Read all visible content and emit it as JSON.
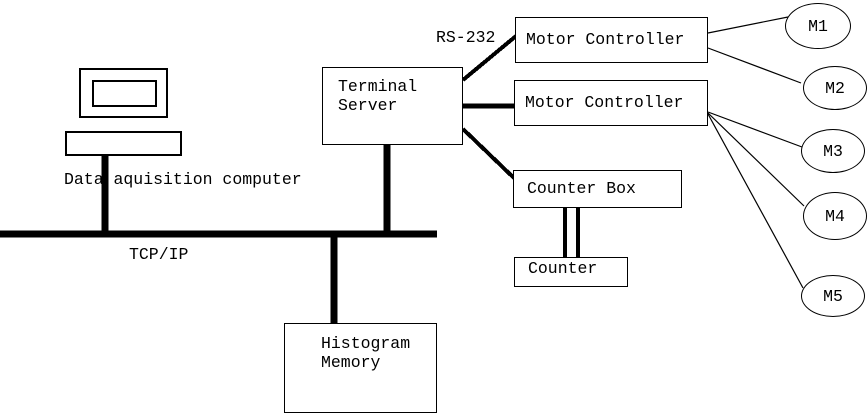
{
  "diagram": {
    "computer": {
      "label": "Data aquisition computer"
    },
    "terminal_server": {
      "line1": "Terminal",
      "line2": "Server"
    },
    "motor_controller_1": {
      "label": "Motor Controller"
    },
    "motor_controller_2": {
      "label": "Motor Controller"
    },
    "counter_box": {
      "label": "Counter Box"
    },
    "counter": {
      "label": "Counter"
    },
    "histogram_memory": {
      "line1": "Histogram",
      "line2": "Memory"
    },
    "bus_label": "TCP/IP",
    "serial_label": "RS-232"
  },
  "motors": [
    {
      "label": "M1"
    },
    {
      "label": "M2"
    },
    {
      "label": "M3"
    },
    {
      "label": "M4"
    },
    {
      "label": "M5"
    }
  ],
  "colors": {
    "stroke": "#000000",
    "background": "#ffffff"
  }
}
